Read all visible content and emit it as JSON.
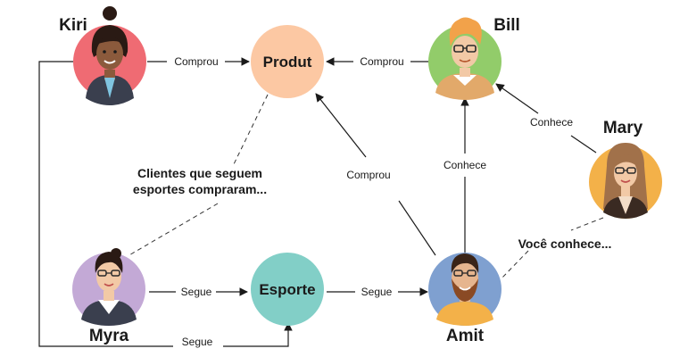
{
  "people": {
    "kiri": {
      "name": "Kiri",
      "bg": "#ef6b73"
    },
    "bill": {
      "name": "Bill",
      "bg": "#92cc6a"
    },
    "mary": {
      "name": "Mary",
      "bg": "#f3b149"
    },
    "myra": {
      "name": "Myra",
      "bg": "#c3a9d6"
    },
    "amit": {
      "name": "Amit",
      "bg": "#7fa0d0"
    }
  },
  "nodes": {
    "produto": {
      "label": "Produt",
      "bg": "#fcc8a3"
    },
    "esporte": {
      "label": "Esporte",
      "bg": "#82cfc7"
    }
  },
  "edges": {
    "kiri_produto": "Comprou",
    "bill_produto": "Comprou",
    "amit_produto": "Comprou",
    "amit_bill": "Conhece",
    "mary_bill": "Conhece",
    "myra_esporte": "Segue",
    "esporte_amit": "Segue",
    "kiri_esporte": "Segue"
  },
  "callouts": {
    "clientes_line1": "Clientes que seguem",
    "clientes_line2": "esportes compraram...",
    "voce_conhece": "Você conhece..."
  }
}
